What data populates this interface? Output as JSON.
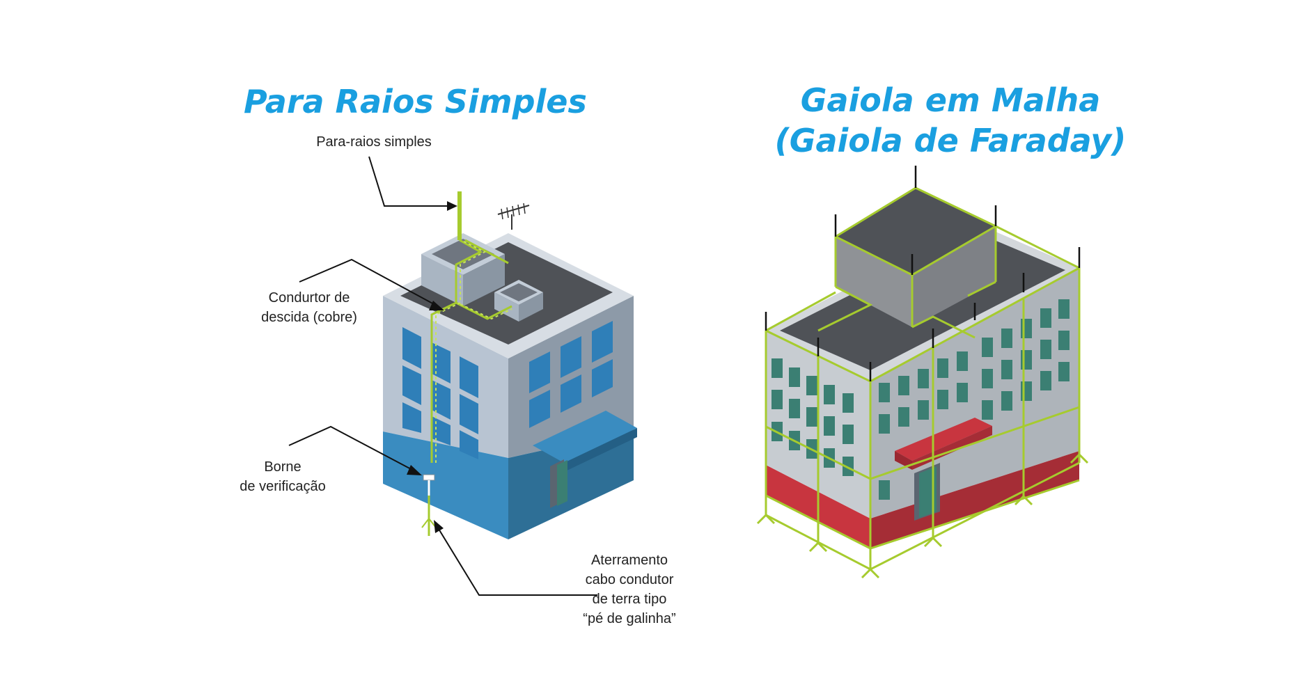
{
  "titles": {
    "left": "Para Raios Simples",
    "right_line1": "Gaiola em Malha",
    "right_line2": "(Gaiola de Faraday)"
  },
  "labels": {
    "lightning_rod": "Para-raios simples",
    "down_conductor_line1": "Condurtor de",
    "down_conductor_line2": "descida (cobre)",
    "test_terminal_line1": "Borne",
    "test_terminal_line2": "de verificação",
    "grounding_line1": "Aterramento",
    "grounding_line2": "cabo condutor",
    "grounding_line3": "de terra tipo",
    "grounding_line4": "“pé de galinha”"
  },
  "colors": {
    "title_blue": "#1a9fe0",
    "conductor_green": "#a6cb2e",
    "building_left_wall": "#b8c4d2",
    "building_right_wall": "#8d9aa8",
    "building_base_blue": "#3a8cc0",
    "window_blue": "#2f7fb8",
    "window_teal": "#3b7f73",
    "base_red": "#c8353f",
    "roof_dark": "#4f5257"
  }
}
